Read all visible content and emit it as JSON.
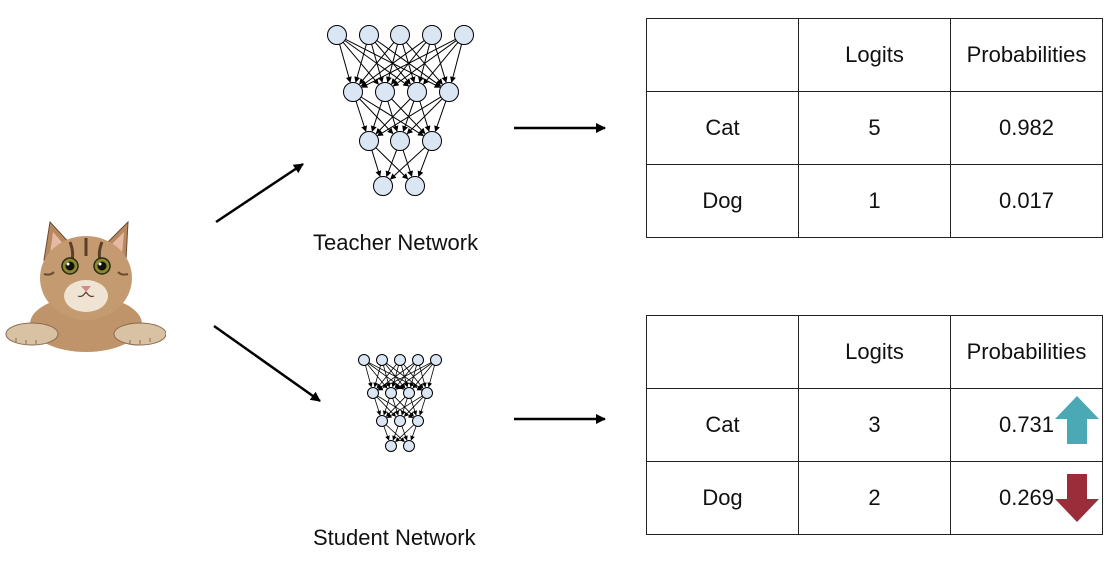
{
  "teacher": {
    "label": "Teacher Network"
  },
  "student": {
    "label": "Student Network"
  },
  "teacher_table": {
    "headers": [
      "",
      "Logits",
      "Probabilities"
    ],
    "rows": [
      {
        "label": "Cat",
        "logit": "5",
        "prob": "0.982"
      },
      {
        "label": "Dog",
        "logit": "1",
        "prob": "0.017"
      }
    ]
  },
  "student_table": {
    "headers": [
      "",
      "Logits",
      "Probabilities"
    ],
    "rows": [
      {
        "label": "Cat",
        "logit": "3",
        "prob": "0.731",
        "trend": "up-arrow-icon"
      },
      {
        "label": "Dog",
        "logit": "2",
        "prob": "0.269",
        "trend": "down-arrow-icon"
      }
    ]
  },
  "colors": {
    "node_fill": "#dbe6f4",
    "up_arrow": "#4ba9b5",
    "down_arrow": "#9b2d3a"
  },
  "input_image": "cat-photo"
}
